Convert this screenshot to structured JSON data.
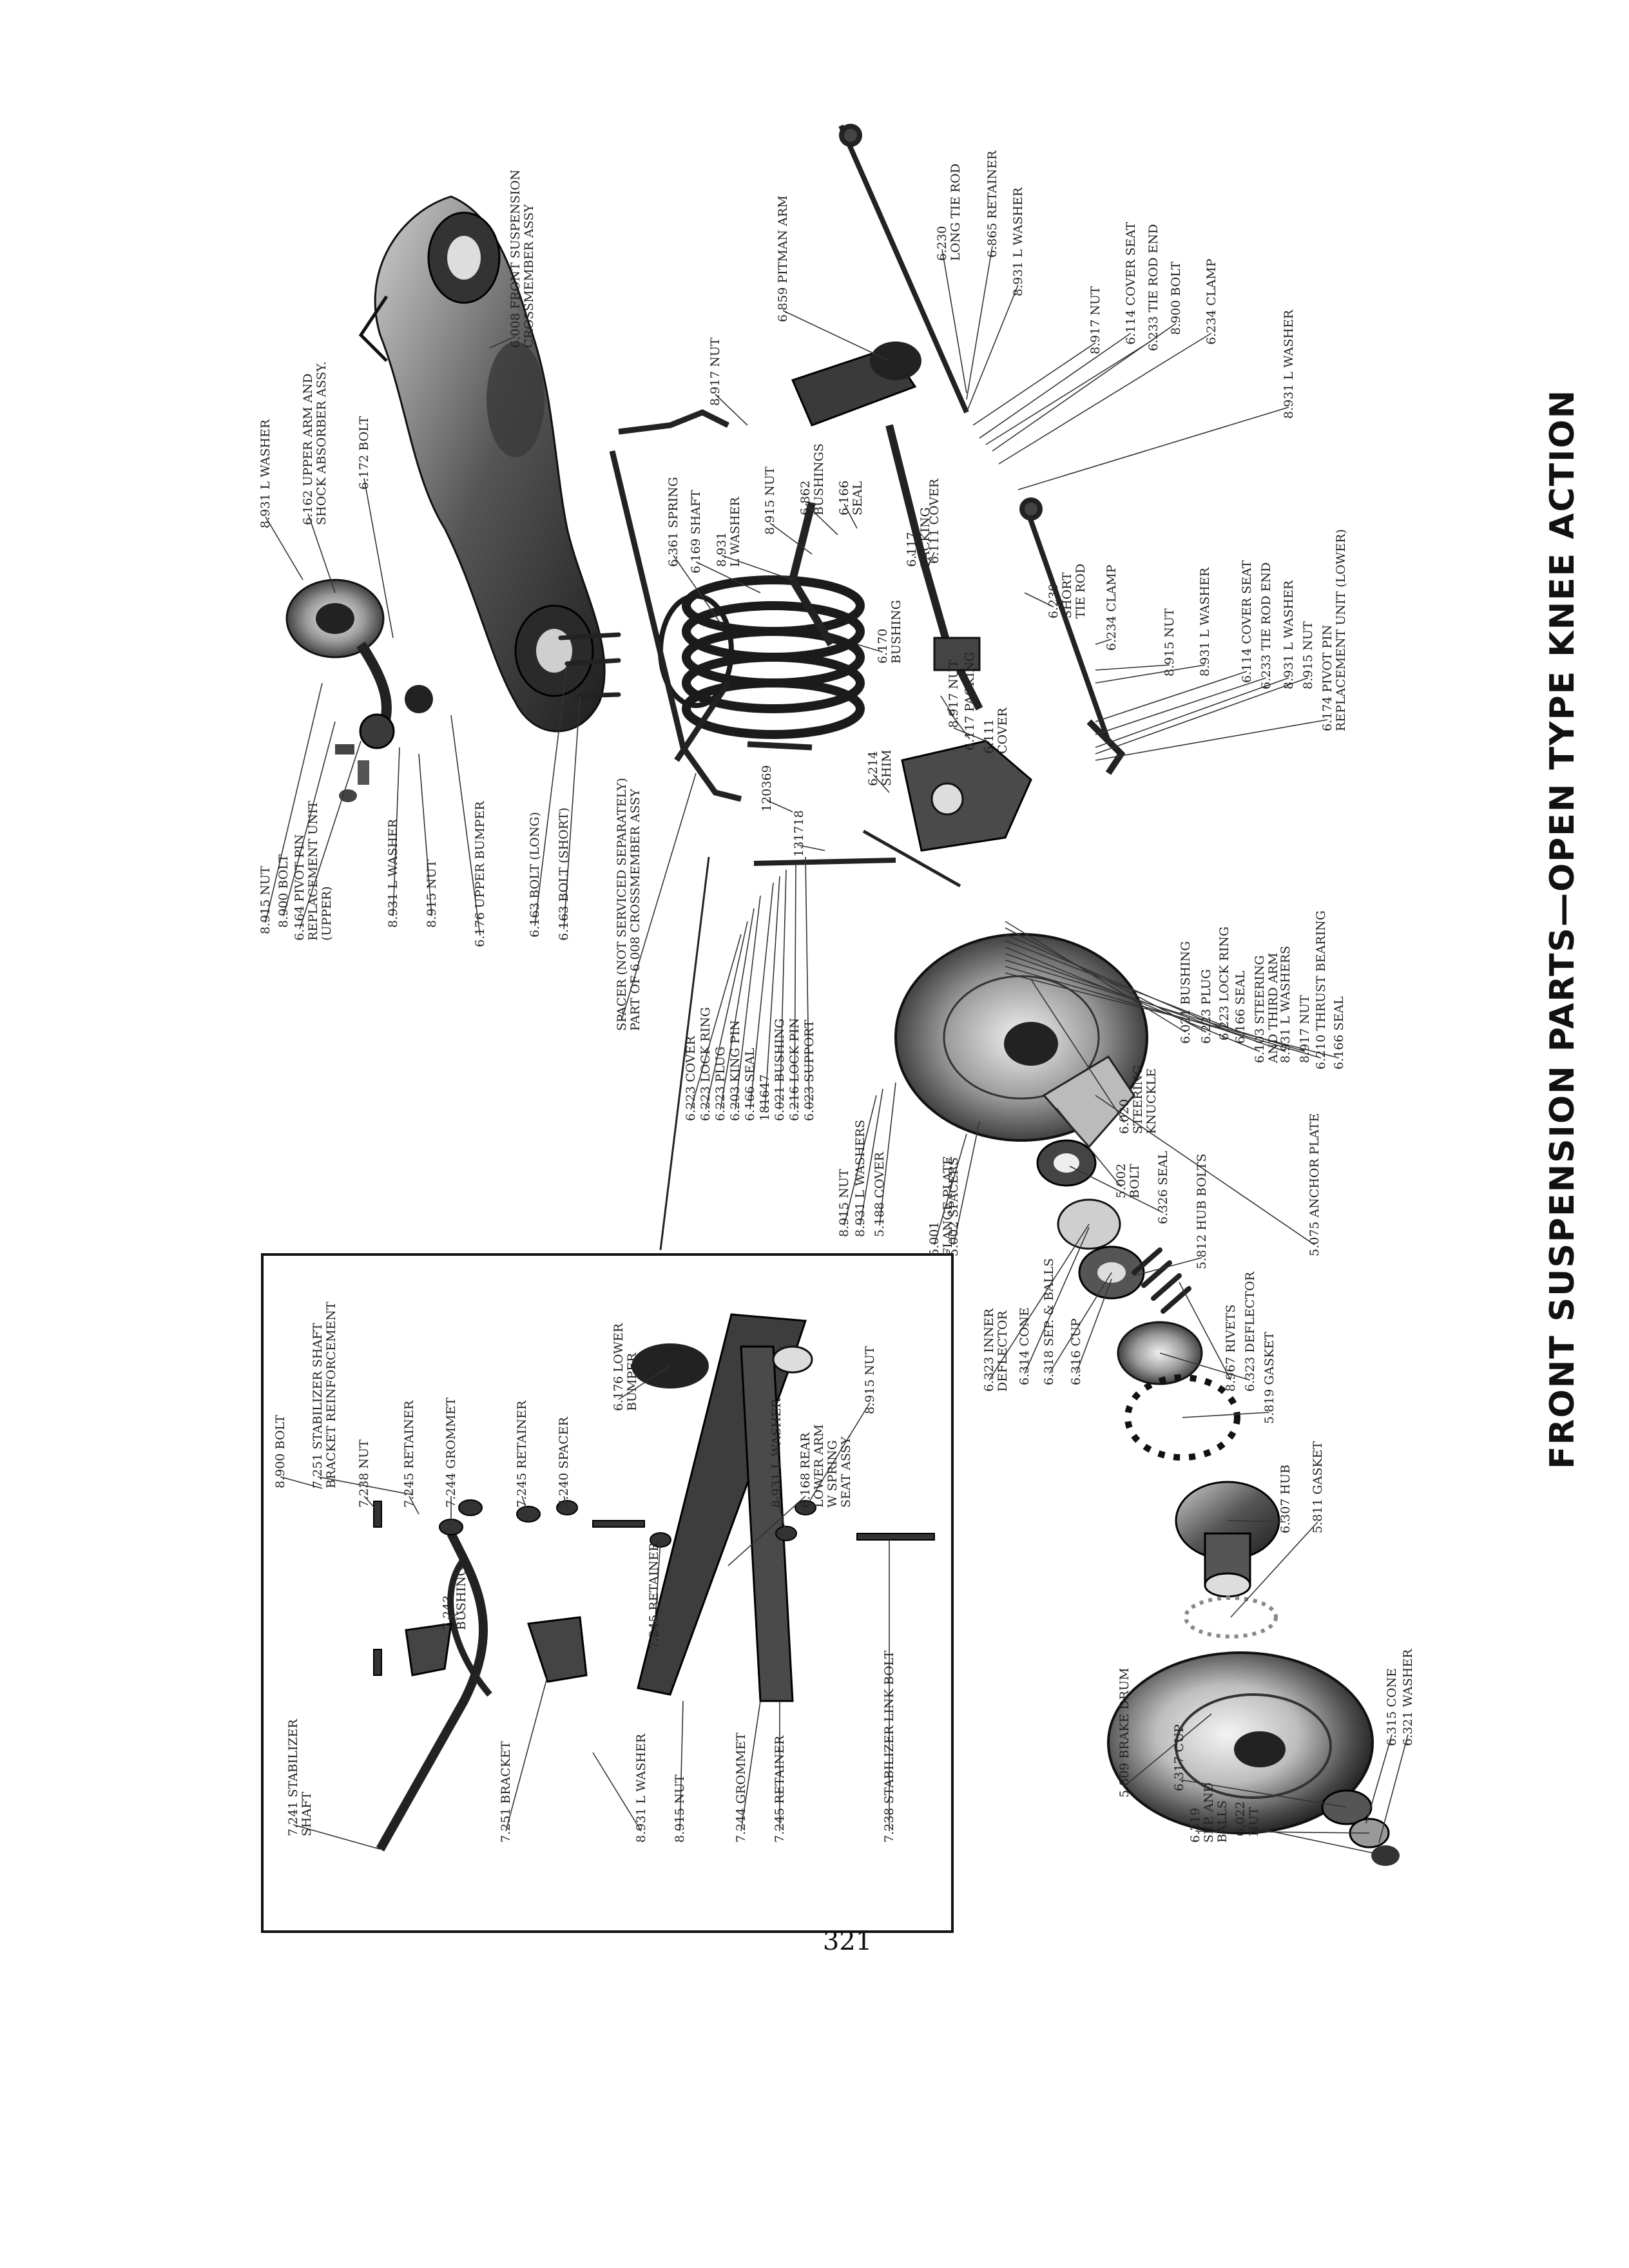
{
  "page": {
    "title": "FRONT SUSPENSION PARTS—OPEN TYPE KNEE ACTION",
    "page_number": "321"
  },
  "labels": [
    {
      "id": "l01",
      "text": "8.931 L WASHER"
    },
    {
      "id": "l02",
      "text": "6.162 UPPER ARM AND\nSHOCK ABSORBER ASSY."
    },
    {
      "id": "l03",
      "text": "6.172 BOLT"
    },
    {
      "id": "l04",
      "text": "6.008 FRONT SUSPENSION\nCROSSMEMBER ASSY"
    },
    {
      "id": "l05",
      "text": "8.917 NUT"
    },
    {
      "id": "l06",
      "text": "6.859 PITMAN ARM"
    },
    {
      "id": "l07",
      "text": "6.230\nLONG TIE ROD"
    },
    {
      "id": "l08",
      "text": "6.865 RETAINER"
    },
    {
      "id": "l09",
      "text": "8.931 L WASHER"
    },
    {
      "id": "l10",
      "text": "8.917 NUT"
    },
    {
      "id": "l11",
      "text": "6.114 COVER SEAT"
    },
    {
      "id": "l12",
      "text": "6.233 TIE ROD END"
    },
    {
      "id": "l13",
      "text": "8.900 BOLT"
    },
    {
      "id": "l14",
      "text": "6.234 CLAMP"
    },
    {
      "id": "l15",
      "text": "8.931 L WASHER"
    },
    {
      "id": "l16",
      "text": "8.915 NUT"
    },
    {
      "id": "l17",
      "text": "8.900 BOLT"
    },
    {
      "id": "l18",
      "text": "6.164 PIVOT PIN\nREPLACEMENT UNIT\n(UPPER)"
    },
    {
      "id": "l19",
      "text": "8.931 L WASHER"
    },
    {
      "id": "l20",
      "text": "8.915 NUT"
    },
    {
      "id": "l21",
      "text": "6.176 UPPER BUMPER"
    },
    {
      "id": "l22",
      "text": "6.163 BOLT (LONG)"
    },
    {
      "id": "l23",
      "text": "6.163 BOLT (SHORT)"
    },
    {
      "id": "l24",
      "text": "6.361 SPRING"
    },
    {
      "id": "l25",
      "text": "6.169 SHAFT"
    },
    {
      "id": "l26",
      "text": "8.931\nL WASHER"
    },
    {
      "id": "l27",
      "text": "8.915 NUT"
    },
    {
      "id": "l28",
      "text": "6.862\nBUSHINGS"
    },
    {
      "id": "l29",
      "text": "6.166\nSEAL"
    },
    {
      "id": "l30",
      "text": "6.117\nPACKING"
    },
    {
      "id": "l31",
      "text": "6.111 COVER"
    },
    {
      "id": "l32",
      "text": "6.170\nBUSHING"
    },
    {
      "id": "l33",
      "text": "8.917 NUT"
    },
    {
      "id": "l34",
      "text": "6.117 PACKING"
    },
    {
      "id": "l35",
      "text": "6.111\nCOVER"
    },
    {
      "id": "l36",
      "text": "6.230\nSHORT\nTIE ROD"
    },
    {
      "id": "l37",
      "text": "6.234 CLAMP"
    },
    {
      "id": "l38",
      "text": "8.915 NUT"
    },
    {
      "id": "l39",
      "text": "8.931 L WASHER"
    },
    {
      "id": "l40",
      "text": "6.114 COVER SEAT"
    },
    {
      "id": "l41",
      "text": "6.233 TIE ROD END"
    },
    {
      "id": "l42",
      "text": "8.931 L WASHER"
    },
    {
      "id": "l43",
      "text": "8.915 NUT"
    },
    {
      "id": "l44",
      "text": "6.174 PIVOT PIN\nREPLACEMENT UNIT (LOWER)"
    },
    {
      "id": "l45",
      "text": "6.214\nSHIM"
    },
    {
      "id": "l46",
      "text": "120369"
    },
    {
      "id": "l47",
      "text": "131718"
    },
    {
      "id": "l48",
      "text": "SPACER (NOT SERVICED SEPARATELY)\nPART OF 6.008 CROSSMEMBER ASSY"
    },
    {
      "id": "l49",
      "text": "6.223 COVER"
    },
    {
      "id": "l50",
      "text": "6.223 LOCK RING"
    },
    {
      "id": "l51",
      "text": "6.223 PLUG"
    },
    {
      "id": "l52",
      "text": "6.203 KING PIN"
    },
    {
      "id": "l53",
      "text": "6.166 SEAL"
    },
    {
      "id": "l54",
      "text": "181647"
    },
    {
      "id": "l55",
      "text": "6.021 BUSHING"
    },
    {
      "id": "l56",
      "text": "6.216 LOCK PIN"
    },
    {
      "id": "l57",
      "text": "6.023 SUPPORT"
    },
    {
      "id": "l58",
      "text": "6.020\nSTEERING\nKNUCKLE"
    },
    {
      "id": "l59",
      "text": "6.021 BUSHING"
    },
    {
      "id": "l60",
      "text": "6.223 PLUG"
    },
    {
      "id": "l61",
      "text": "6.223 LOCK RING"
    },
    {
      "id": "l62",
      "text": "6.166 SEAL"
    },
    {
      "id": "l63",
      "text": "6.103 STEERING\nAND THIRD ARM"
    },
    {
      "id": "l64",
      "text": "8.931 L WASHERS"
    },
    {
      "id": "l65",
      "text": "8.917 NUT"
    },
    {
      "id": "l66",
      "text": "6.210 THRUST BEARING"
    },
    {
      "id": "l67",
      "text": "6.166 SEAL"
    },
    {
      "id": "l68",
      "text": "8.915 NUT"
    },
    {
      "id": "l69",
      "text": "8.931 L WASHERS"
    },
    {
      "id": "l70",
      "text": "5.188 COVER"
    },
    {
      "id": "l71",
      "text": "5.001\nFLANGE PLATE"
    },
    {
      "id": "l72",
      "text": "5.002 SPACERS"
    },
    {
      "id": "l73",
      "text": "5.002\nBOLT"
    },
    {
      "id": "l74",
      "text": "6.326 SEAL"
    },
    {
      "id": "l75",
      "text": "5.812 HUB BOLTS"
    },
    {
      "id": "l76",
      "text": "5.075 ANCHOR PLATE"
    },
    {
      "id": "l77",
      "text": "6.323 INNER\nDEFLECTOR"
    },
    {
      "id": "l78",
      "text": "6.314 CONE"
    },
    {
      "id": "l79",
      "text": "6.318 SEP. & BALLS"
    },
    {
      "id": "l80",
      "text": "6.316 CUP"
    },
    {
      "id": "l81",
      "text": "8.967 RIVETS"
    },
    {
      "id": "l82",
      "text": "6.323 DEFLECTOR"
    },
    {
      "id": "l83",
      "text": "5.819 GASKET"
    },
    {
      "id": "l84",
      "text": "6.307 HUB"
    },
    {
      "id": "l85",
      "text": "5.811 GASKET"
    },
    {
      "id": "l86",
      "text": "5.809 BRAKE DRUM"
    },
    {
      "id": "l87",
      "text": "6.317 CUP"
    },
    {
      "id": "l88",
      "text": "6.319\nSEP. AND\nBALLS"
    },
    {
      "id": "l89",
      "text": "6.022\nNUT"
    },
    {
      "id": "l90",
      "text": "6.315 CONE"
    },
    {
      "id": "l91",
      "text": "6.321 WASHER"
    },
    {
      "id": "l92",
      "text": "8.900 BOLT"
    },
    {
      "id": "l93",
      "text": "7.251 STABILIZER SHAFT\nBRACKET REINFORCEMENT"
    },
    {
      "id": "l94",
      "text": "7.238 NUT"
    },
    {
      "id": "l95",
      "text": "7.245 RETAINER"
    },
    {
      "id": "l96",
      "text": "7.244 GROMMET"
    },
    {
      "id": "l97",
      "text": "7.245 RETAINER"
    },
    {
      "id": "l98",
      "text": "7.240 SPACER"
    },
    {
      "id": "l99",
      "text": "6.176 LOWER\nBUMPER"
    },
    {
      "id": "l100",
      "text": "8.915 NUT"
    },
    {
      "id": "l101",
      "text": "8.931 L WASHER"
    },
    {
      "id": "l102",
      "text": "6.168 REAR\nLOWER ARM\nW SPRING\nSEAT ASSY."
    },
    {
      "id": "l103",
      "text": "7.243\nBUSHING"
    },
    {
      "id": "l104",
      "text": "7.245 RETAINER"
    },
    {
      "id": "l105",
      "text": "7.241 STABILIZER\nSHAFT"
    },
    {
      "id": "l106",
      "text": "7.251 BRACKET"
    },
    {
      "id": "l107",
      "text": "8.931 L WASHER"
    },
    {
      "id": "l108",
      "text": "8.915 NUT"
    },
    {
      "id": "l109",
      "text": "7.244 GROMMET"
    },
    {
      "id": "l110",
      "text": "7.245 RETAINER"
    },
    {
      "id": "l111",
      "text": "7.238 STABILIZER LINK BOLT"
    }
  ]
}
